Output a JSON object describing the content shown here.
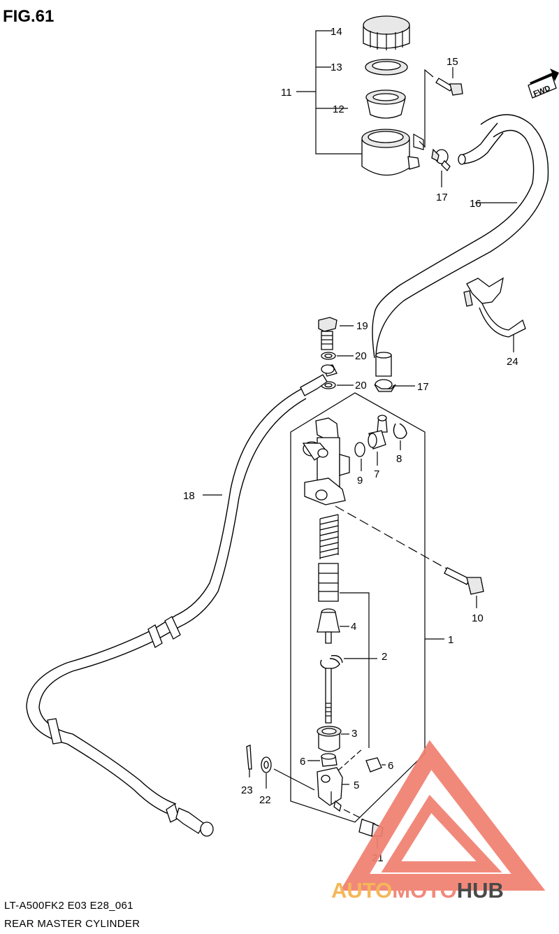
{
  "figure": {
    "title": "FIG.61"
  },
  "fwd_badge": "FWD",
  "footer": {
    "model_line": "LT-A500FK2 E03 E28_061",
    "name_line": "REAR MASTER CYLINDER"
  },
  "callouts": {
    "c1": "1",
    "c2": "2",
    "c3": "3",
    "c4": "4",
    "c5": "5",
    "c6a": "6",
    "c6b": "6",
    "c7": "7",
    "c8": "8",
    "c9": "9",
    "c10": "10",
    "c11": "11",
    "c12": "12",
    "c13": "13",
    "c14": "14",
    "c15": "15",
    "c16": "16",
    "c17a": "17",
    "c17b": "17",
    "c18": "18",
    "c19": "19",
    "c20a": "20",
    "c20b": "20",
    "c21": "21",
    "c22": "22",
    "c23": "23",
    "c24": "24"
  },
  "watermark": {
    "word_part1": "AUTO",
    "word_part2": "MOTO",
    "word_part3": "HUB",
    "color_primary": "#f08070",
    "color_secondary": "#f5b14a",
    "color_dark": "#3a3a3a"
  }
}
